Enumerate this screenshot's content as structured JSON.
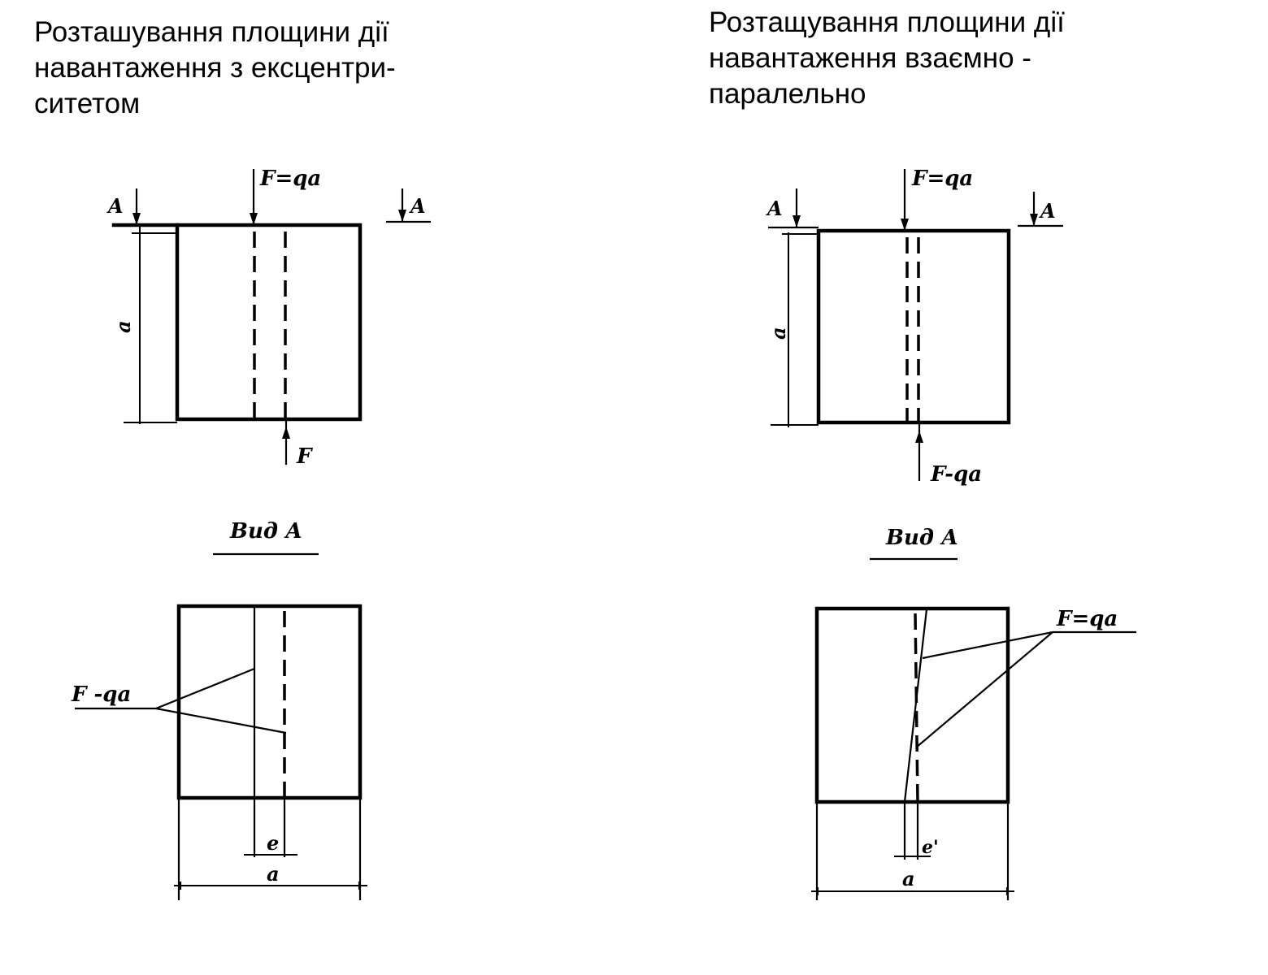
{
  "headings": {
    "left": [
      "Розташування площини дії",
      "навантаження з ексцентри-",
      "ситетом"
    ],
    "right": [
      "Розтащування площини дії",
      "навантаження взаємно -",
      "паралельно"
    ]
  },
  "left_diagram": {
    "force_top": "F=qa",
    "section_mark_left": "A",
    "section_mark_right": "A",
    "side_dim": "a",
    "force_bottom": "F",
    "view_title": "Вид А",
    "view_force": "F -qa",
    "eccentricity": "e",
    "width_dim": "a"
  },
  "right_diagram": {
    "force_top": "F=qa",
    "section_mark_left": "A",
    "section_mark_right": "A",
    "side_dim": "a",
    "force_bottom": "F-qa",
    "view_title": "Вид А",
    "view_force": "F=qa",
    "eccentricity": "e'",
    "width_dim": "a"
  }
}
